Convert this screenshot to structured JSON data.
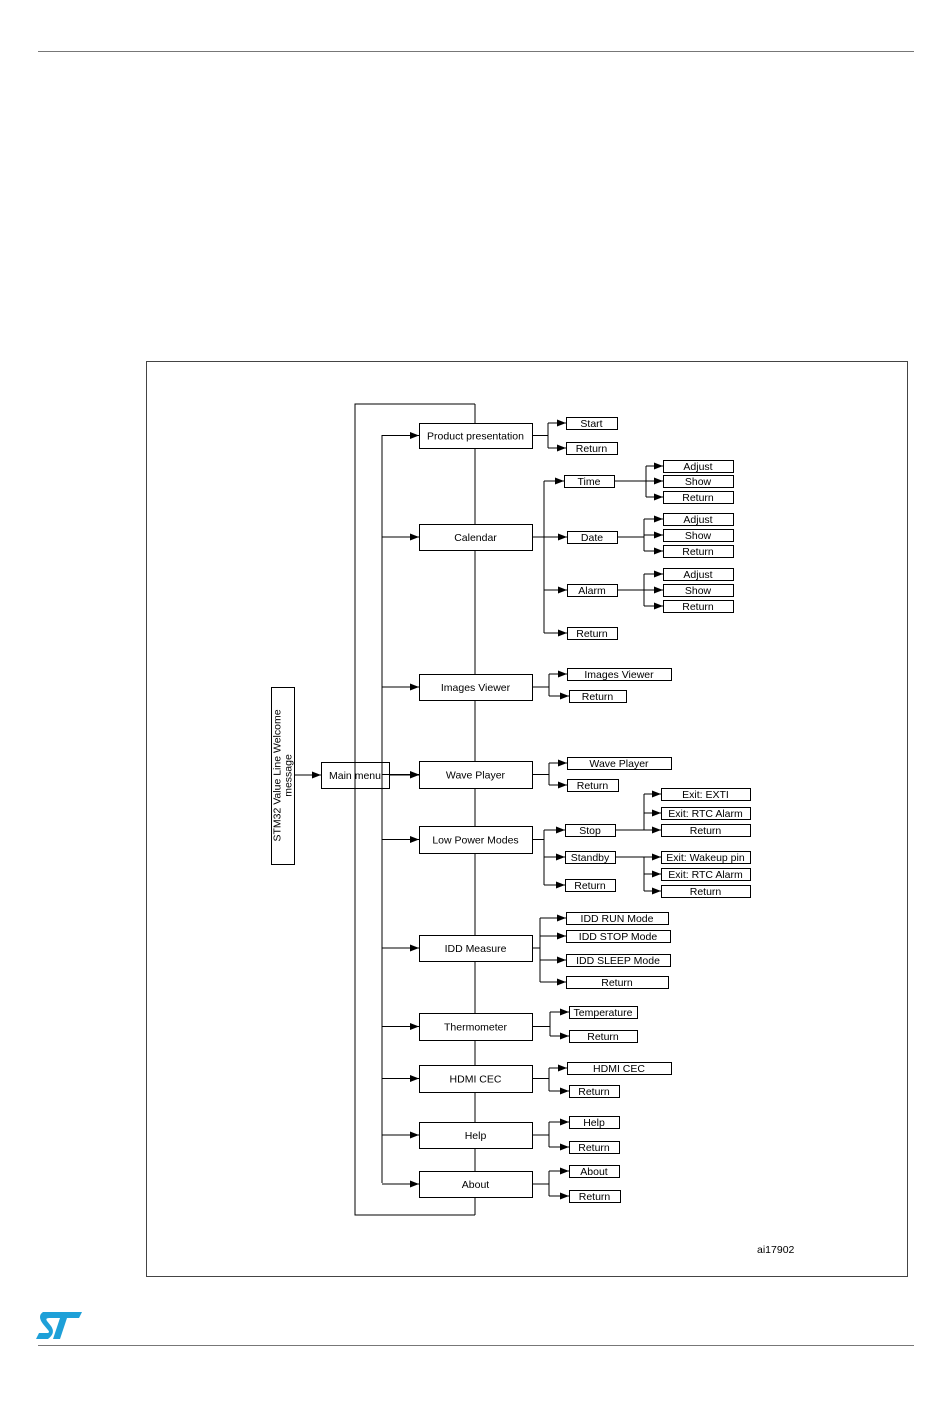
{
  "diagram": {
    "welcome": "STM32 Value Line Welcome message",
    "main_menu": "Main menu",
    "figure_id": "ai17902",
    "colors": {
      "stroke": "#000000",
      "logo": "#1ea0d8"
    },
    "logo_icon": "st-logo-icon",
    "menu": [
      {
        "label": "Product presentation",
        "children": [
          {
            "label": "Start"
          },
          {
            "label": "Return"
          }
        ]
      },
      {
        "label": "Calendar",
        "children": [
          {
            "label": "Time",
            "children": [
              {
                "label": "Adjust"
              },
              {
                "label": "Show"
              },
              {
                "label": "Return"
              }
            ]
          },
          {
            "label": "Date",
            "children": [
              {
                "label": "Adjust"
              },
              {
                "label": "Show"
              },
              {
                "label": "Return"
              }
            ]
          },
          {
            "label": "Alarm",
            "children": [
              {
                "label": "Adjust"
              },
              {
                "label": "Show"
              },
              {
                "label": "Return"
              }
            ]
          },
          {
            "label": "Return"
          }
        ]
      },
      {
        "label": "Images Viewer",
        "children": [
          {
            "label": "Images Viewer"
          },
          {
            "label": "Return"
          }
        ]
      },
      {
        "label": "Wave Player",
        "children": [
          {
            "label": "Wave Player"
          },
          {
            "label": "Return"
          }
        ]
      },
      {
        "label": "Low Power Modes",
        "children": [
          {
            "label": "Stop",
            "children": [
              {
                "label": "Exit: EXTI"
              },
              {
                "label": "Exit: RTC Alarm"
              },
              {
                "label": "Return"
              }
            ]
          },
          {
            "label": "Standby",
            "children": [
              {
                "label": "Exit: Wakeup pin"
              },
              {
                "label": "Exit: RTC Alarm"
              },
              {
                "label": "Return"
              }
            ]
          },
          {
            "label": "Return"
          }
        ]
      },
      {
        "label": "IDD Measure",
        "children": [
          {
            "label": "IDD RUN Mode"
          },
          {
            "label": "IDD STOP Mode"
          },
          {
            "label": "IDD SLEEP Mode"
          },
          {
            "label": "Return"
          }
        ]
      },
      {
        "label": "Thermometer",
        "children": [
          {
            "label": "Temperature"
          },
          {
            "label": "Return"
          }
        ]
      },
      {
        "label": "HDMI CEC",
        "children": [
          {
            "label": "HDMI CEC"
          },
          {
            "label": "Return"
          }
        ]
      },
      {
        "label": "Help",
        "children": [
          {
            "label": "Help"
          },
          {
            "label": "Return"
          }
        ]
      },
      {
        "label": "About",
        "children": [
          {
            "label": "About"
          },
          {
            "label": "Return"
          }
        ]
      }
    ]
  }
}
